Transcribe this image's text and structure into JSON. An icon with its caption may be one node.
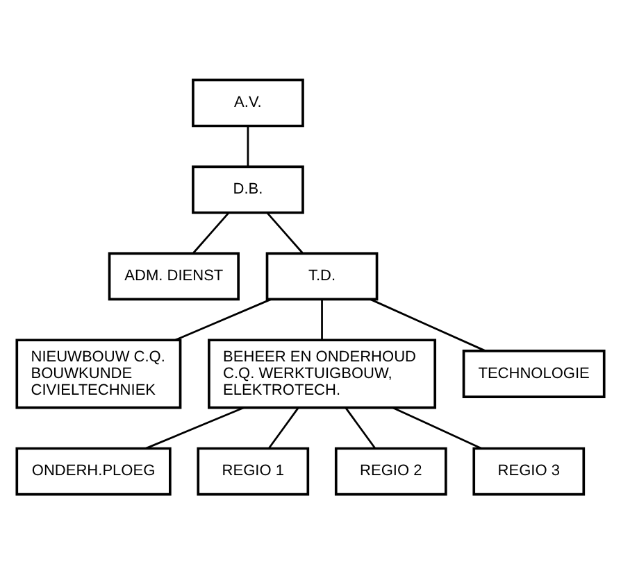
{
  "diagram": {
    "nodes": [
      {
        "text": [
          "A.V."
        ]
      },
      {
        "text": [
          "D.B."
        ]
      },
      {
        "text": [
          "ADM. DIENST"
        ]
      },
      {
        "text": [
          "T.D."
        ]
      },
      {
        "text": [
          "NIEUWBOUW C.Q. BOUWKUNDE CIVIELTECHNIEK"
        ]
      },
      {
        "text": [
          "BEHEER EN ONDERHOUD C.Q. WERKTUIGBOUW, ELEKTROTECH."
        ]
      },
      {
        "text": [
          "TECHNOLOGIE"
        ]
      },
      {
        "text": [
          "ONDERH.PLOEG"
        ]
      },
      {
        "text": [
          "REGIO 1"
        ]
      },
      {
        "text": [
          "REGIO 2"
        ]
      },
      {
        "text": [
          "REGIO 3"
        ]
      }
    ],
    "edges": [
      {
        "from": 0,
        "to": 1,
        "arrow": "none"
      },
      {
        "from": 1,
        "to": 2,
        "arrow": "none"
      },
      {
        "from": 1,
        "to": 3,
        "arrow": "none"
      },
      {
        "from": 3,
        "to": 4,
        "arrow": "none"
      },
      {
        "from": 3,
        "to": 5,
        "arrow": "none"
      },
      {
        "from": 3,
        "to": 6,
        "arrow": "none"
      },
      {
        "from": 5,
        "to": 7,
        "arrow": "none"
      },
      {
        "from": 5,
        "to": 8,
        "arrow": "none"
      },
      {
        "from": 5,
        "to": 9,
        "arrow": "none"
      },
      {
        "from": 5,
        "to": 10,
        "arrow": "none"
      }
    ]
  }
}
